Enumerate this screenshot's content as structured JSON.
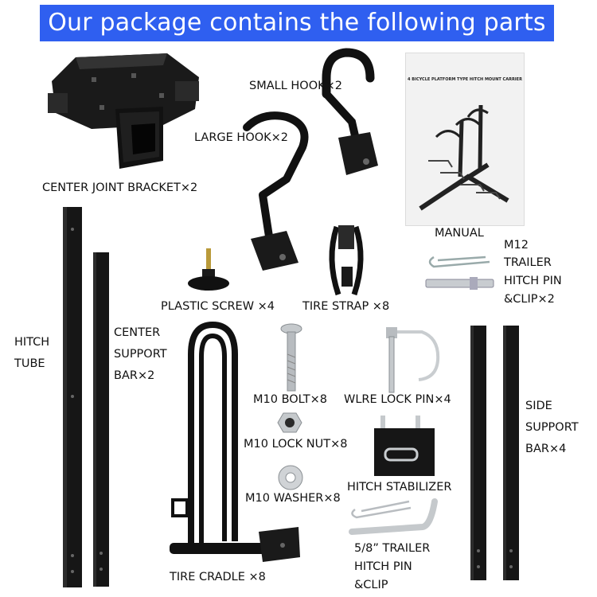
{
  "header": {
    "title": "Our package contains the following parts"
  },
  "parts": {
    "center_joint_bracket": "CENTER JOINT BRACKET×2",
    "small_hook": "SMALL HOOK×2",
    "large_hook": "LARGE HOOK×2",
    "manual": "MANUAL",
    "manual_title": "4 BICYCLE PLATFORM TYPE HITCH MOUNT CARRIER",
    "plastic_screw": "PLASTIC SCREW ×4",
    "tire_strap": "TIRE STRAP ×8",
    "trailer_pin_m12": [
      "M12",
      "TRAILER",
      "HITCH PIN",
      "&CLIP×2"
    ],
    "hitch_tube": [
      "HITCH",
      "TUBE"
    ],
    "center_support_bar": [
      "CENTER",
      "SUPPORT",
      "BAR×2"
    ],
    "m10_bolt": "M10 BOLT×8",
    "wire_lock_pin": "WLRE LOCK PIN×4",
    "m10_lock_nut": "M10 LOCK NUT×8",
    "m10_washer": "M10 WASHER×8",
    "hitch_stabilizer": "HITCH STABILIZER",
    "side_support_bar": [
      "SIDE",
      "SUPPORT",
      "BAR×4"
    ],
    "tire_cradle": "TIRE CRADLE ×8",
    "trailer_pin_58": [
      "5/8” TRAILER",
      "HITCH PIN",
      "&CLIP"
    ]
  }
}
